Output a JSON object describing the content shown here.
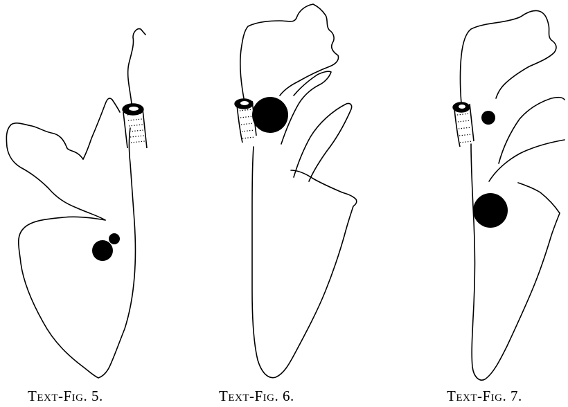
{
  "captions": {
    "fig5": "Text-Fig. 5.",
    "fig6": "Text-Fig. 6.",
    "fig7": "Text-Fig. 7."
  }
}
